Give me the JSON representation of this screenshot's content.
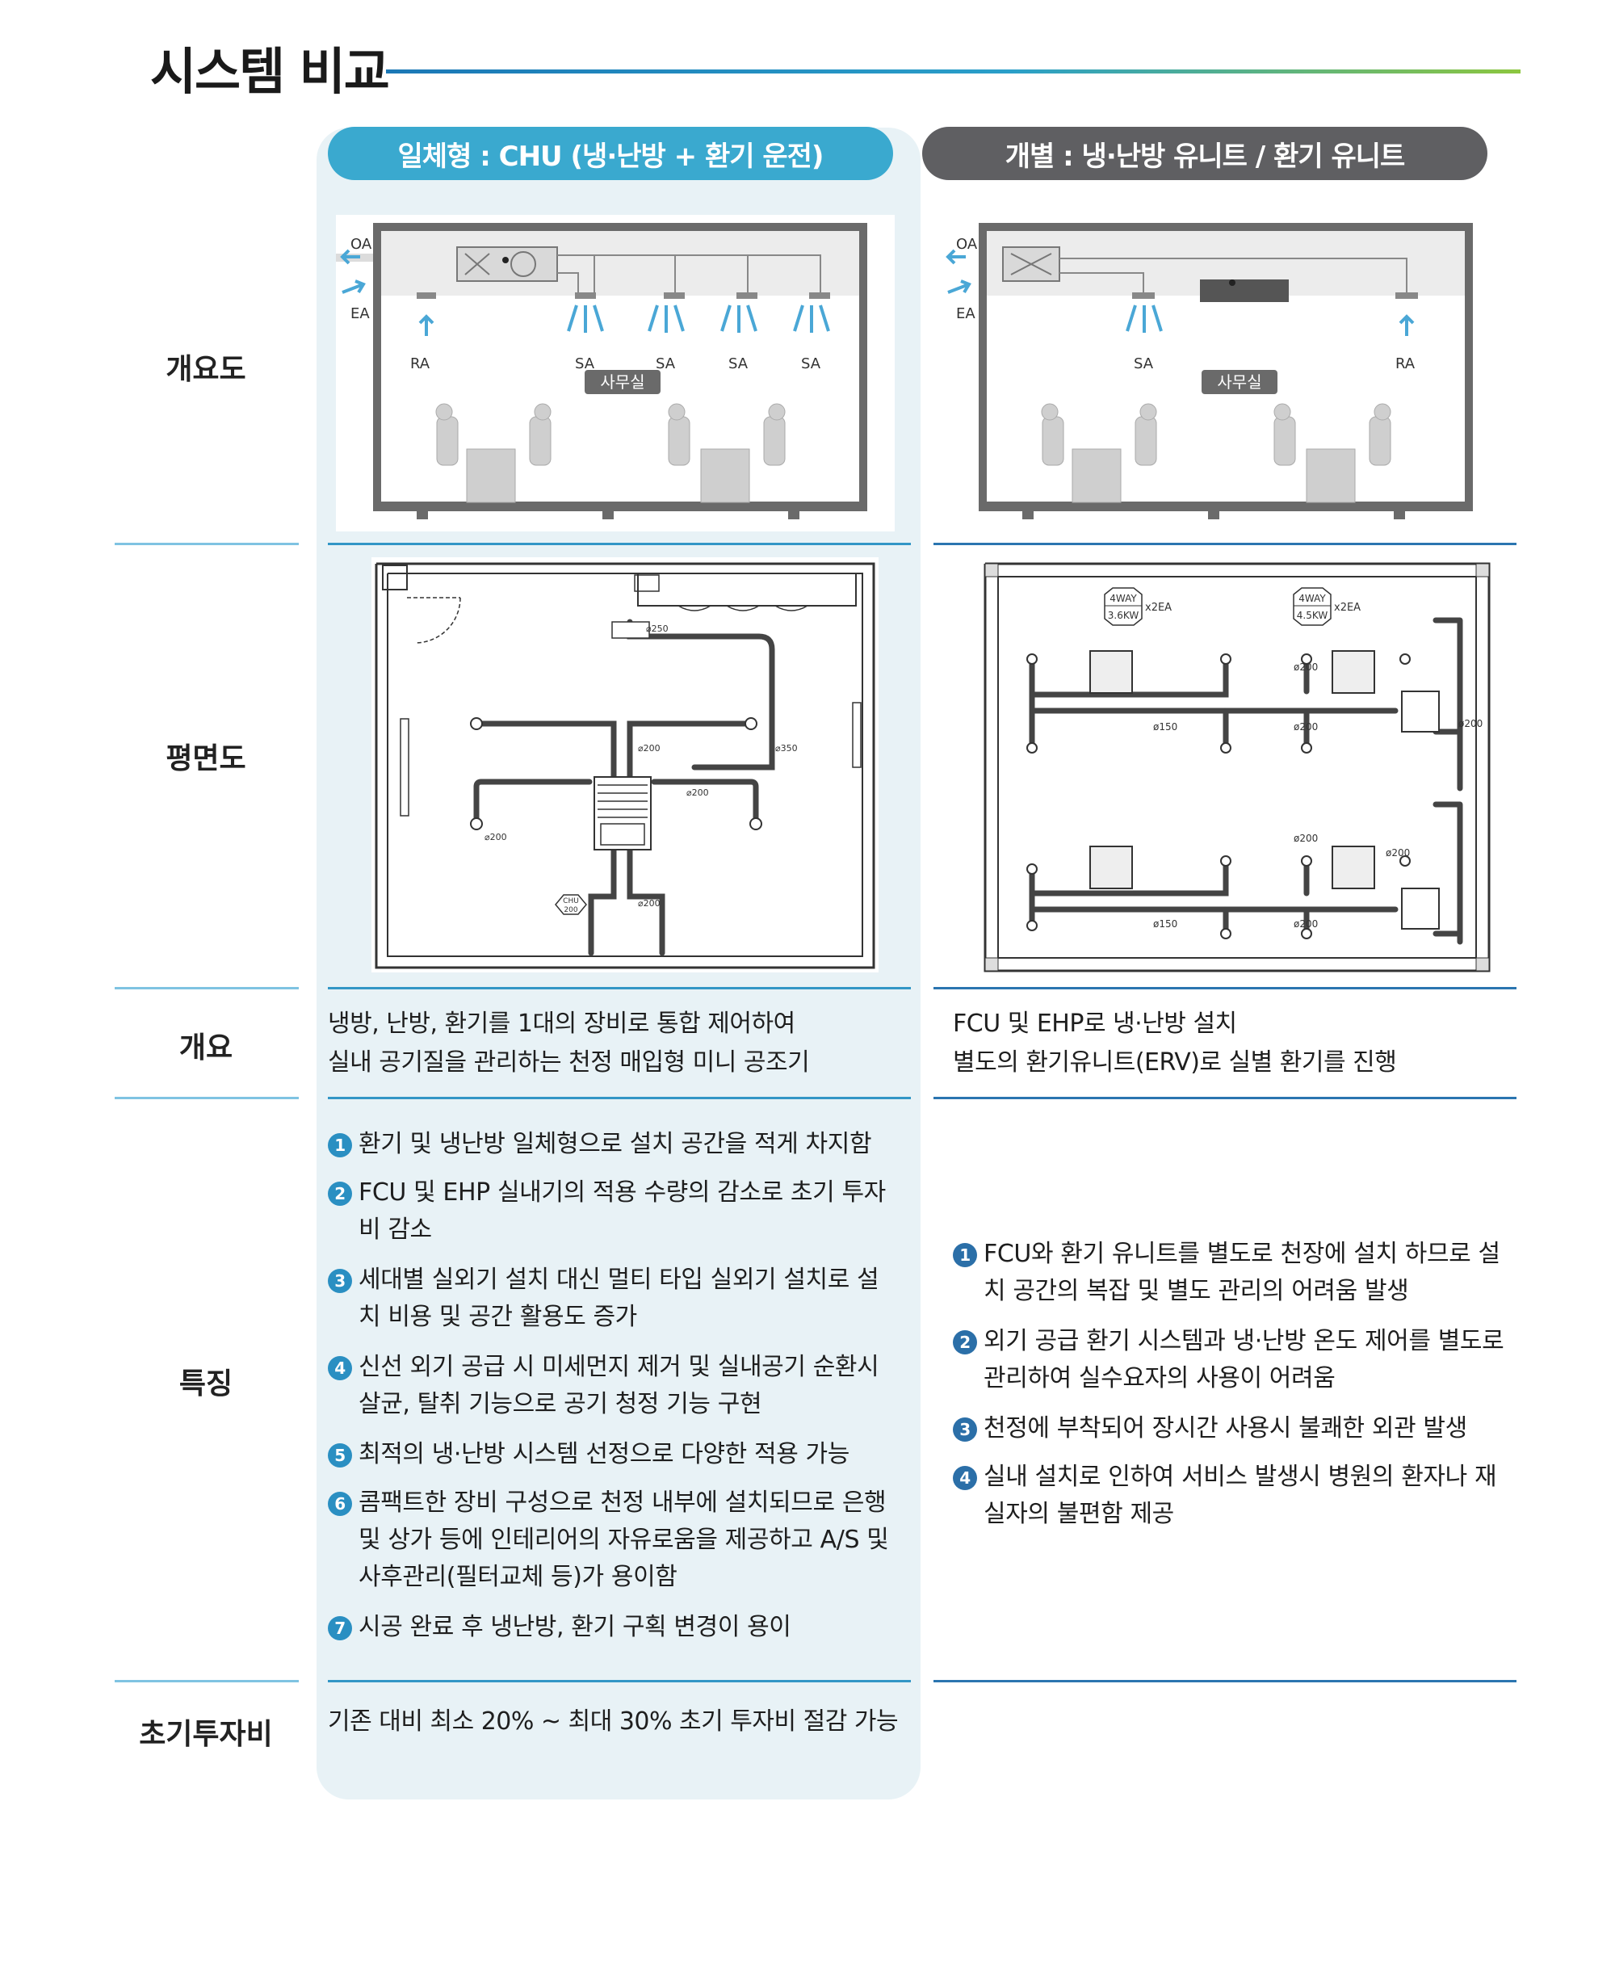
{
  "title": "시스템 비교",
  "columns": {
    "integrated": {
      "header": "일체형 : CHU (냉·난방 + 환기 운전)"
    },
    "separate": {
      "header": "개별 : 냉·난방 유니트 / 환기 유니트"
    }
  },
  "row_labels": {
    "schematic": "개요도",
    "floorplan": "평면도",
    "overview": "개요",
    "features": "특징",
    "initial_cost": "초기투자비"
  },
  "schematic": {
    "oa": "OA",
    "ea": "EA",
    "ra": "RA",
    "sa": "SA",
    "room": "사무실"
  },
  "floorplan": {
    "left": {
      "d250": "⌀250",
      "d350": "⌀350",
      "d200": "⌀200",
      "chu_label_1": "CHU",
      "chu_label_2": "200"
    },
    "right": {
      "unit1_type": "4WAY",
      "unit1_kw": "3.6KW",
      "unit2_type": "4WAY",
      "unit2_kw": "4.5KW",
      "qty": "x2EA",
      "d150": "ø150",
      "d200": "ø200"
    }
  },
  "overview": {
    "integrated": [
      "냉방, 난방, 환기를 1대의 장비로 통합 제어하여",
      "실내 공기질을 관리하는 천정 매입형 미니 공조기"
    ],
    "separate": [
      "FCU 및 EHP로 냉·난방 설치",
      "별도의 환기유니트(ERV)로 실별 환기를 진행"
    ]
  },
  "features": {
    "integrated": [
      {
        "num": "1",
        "text": "환기 및 냉난방 일체형으로 설치 공간을 적게 차지함"
      },
      {
        "num": "2",
        "text": "FCU 및 EHP 실내기의 적용 수량의 감소로 초기 투자비 감소"
      },
      {
        "num": "3",
        "text": "세대별 실외기 설치 대신 멀티 타입 실외기 설치로 설치 비용 및 공간 활용도 증가"
      },
      {
        "num": "4",
        "text": "신선 외기 공급 시 미세먼지 제거 및 실내공기 순환시 살균, 탈취 기능으로 공기 청정 기능 구현"
      },
      {
        "num": "5",
        "text": "최적의 냉·난방 시스템 선정으로 다양한 적용 가능"
      },
      {
        "num": "6",
        "text": "콤팩트한 장비 구성으로 천정 내부에 설치되므로 은행 및 상가 등에 인테리어의 자유로움을 제공하고 A/S 및 사후관리(필터교체 등)가 용이함"
      },
      {
        "num": "7",
        "text": "시공 완료 후 냉난방, 환기 구획 변경이 용이"
      }
    ],
    "separate": [
      {
        "num": "1",
        "text": "FCU와 환기 유니트를 별도로 천장에 설치 하므로 설치 공간의 복잡 및 별도 관리의 어려움 발생"
      },
      {
        "num": "2",
        "text": "외기 공급 환기 시스템과 냉·난방 온도 제어를 별도로 관리하여 실수요자의 사용이 어려움"
      },
      {
        "num": "3",
        "text": "천정에 부착되어 장시간 사용시 불쾌한 외관 발생"
      },
      {
        "num": "4",
        "text": "실내 설치로 인하여 서비스 발생시 병원의 환자나 재실자의 불편함 제공"
      }
    ]
  },
  "initial_cost": {
    "integrated": "기존 대비 최소 20% ~ 최대 30% 초기 투자비 절감 가능"
  }
}
